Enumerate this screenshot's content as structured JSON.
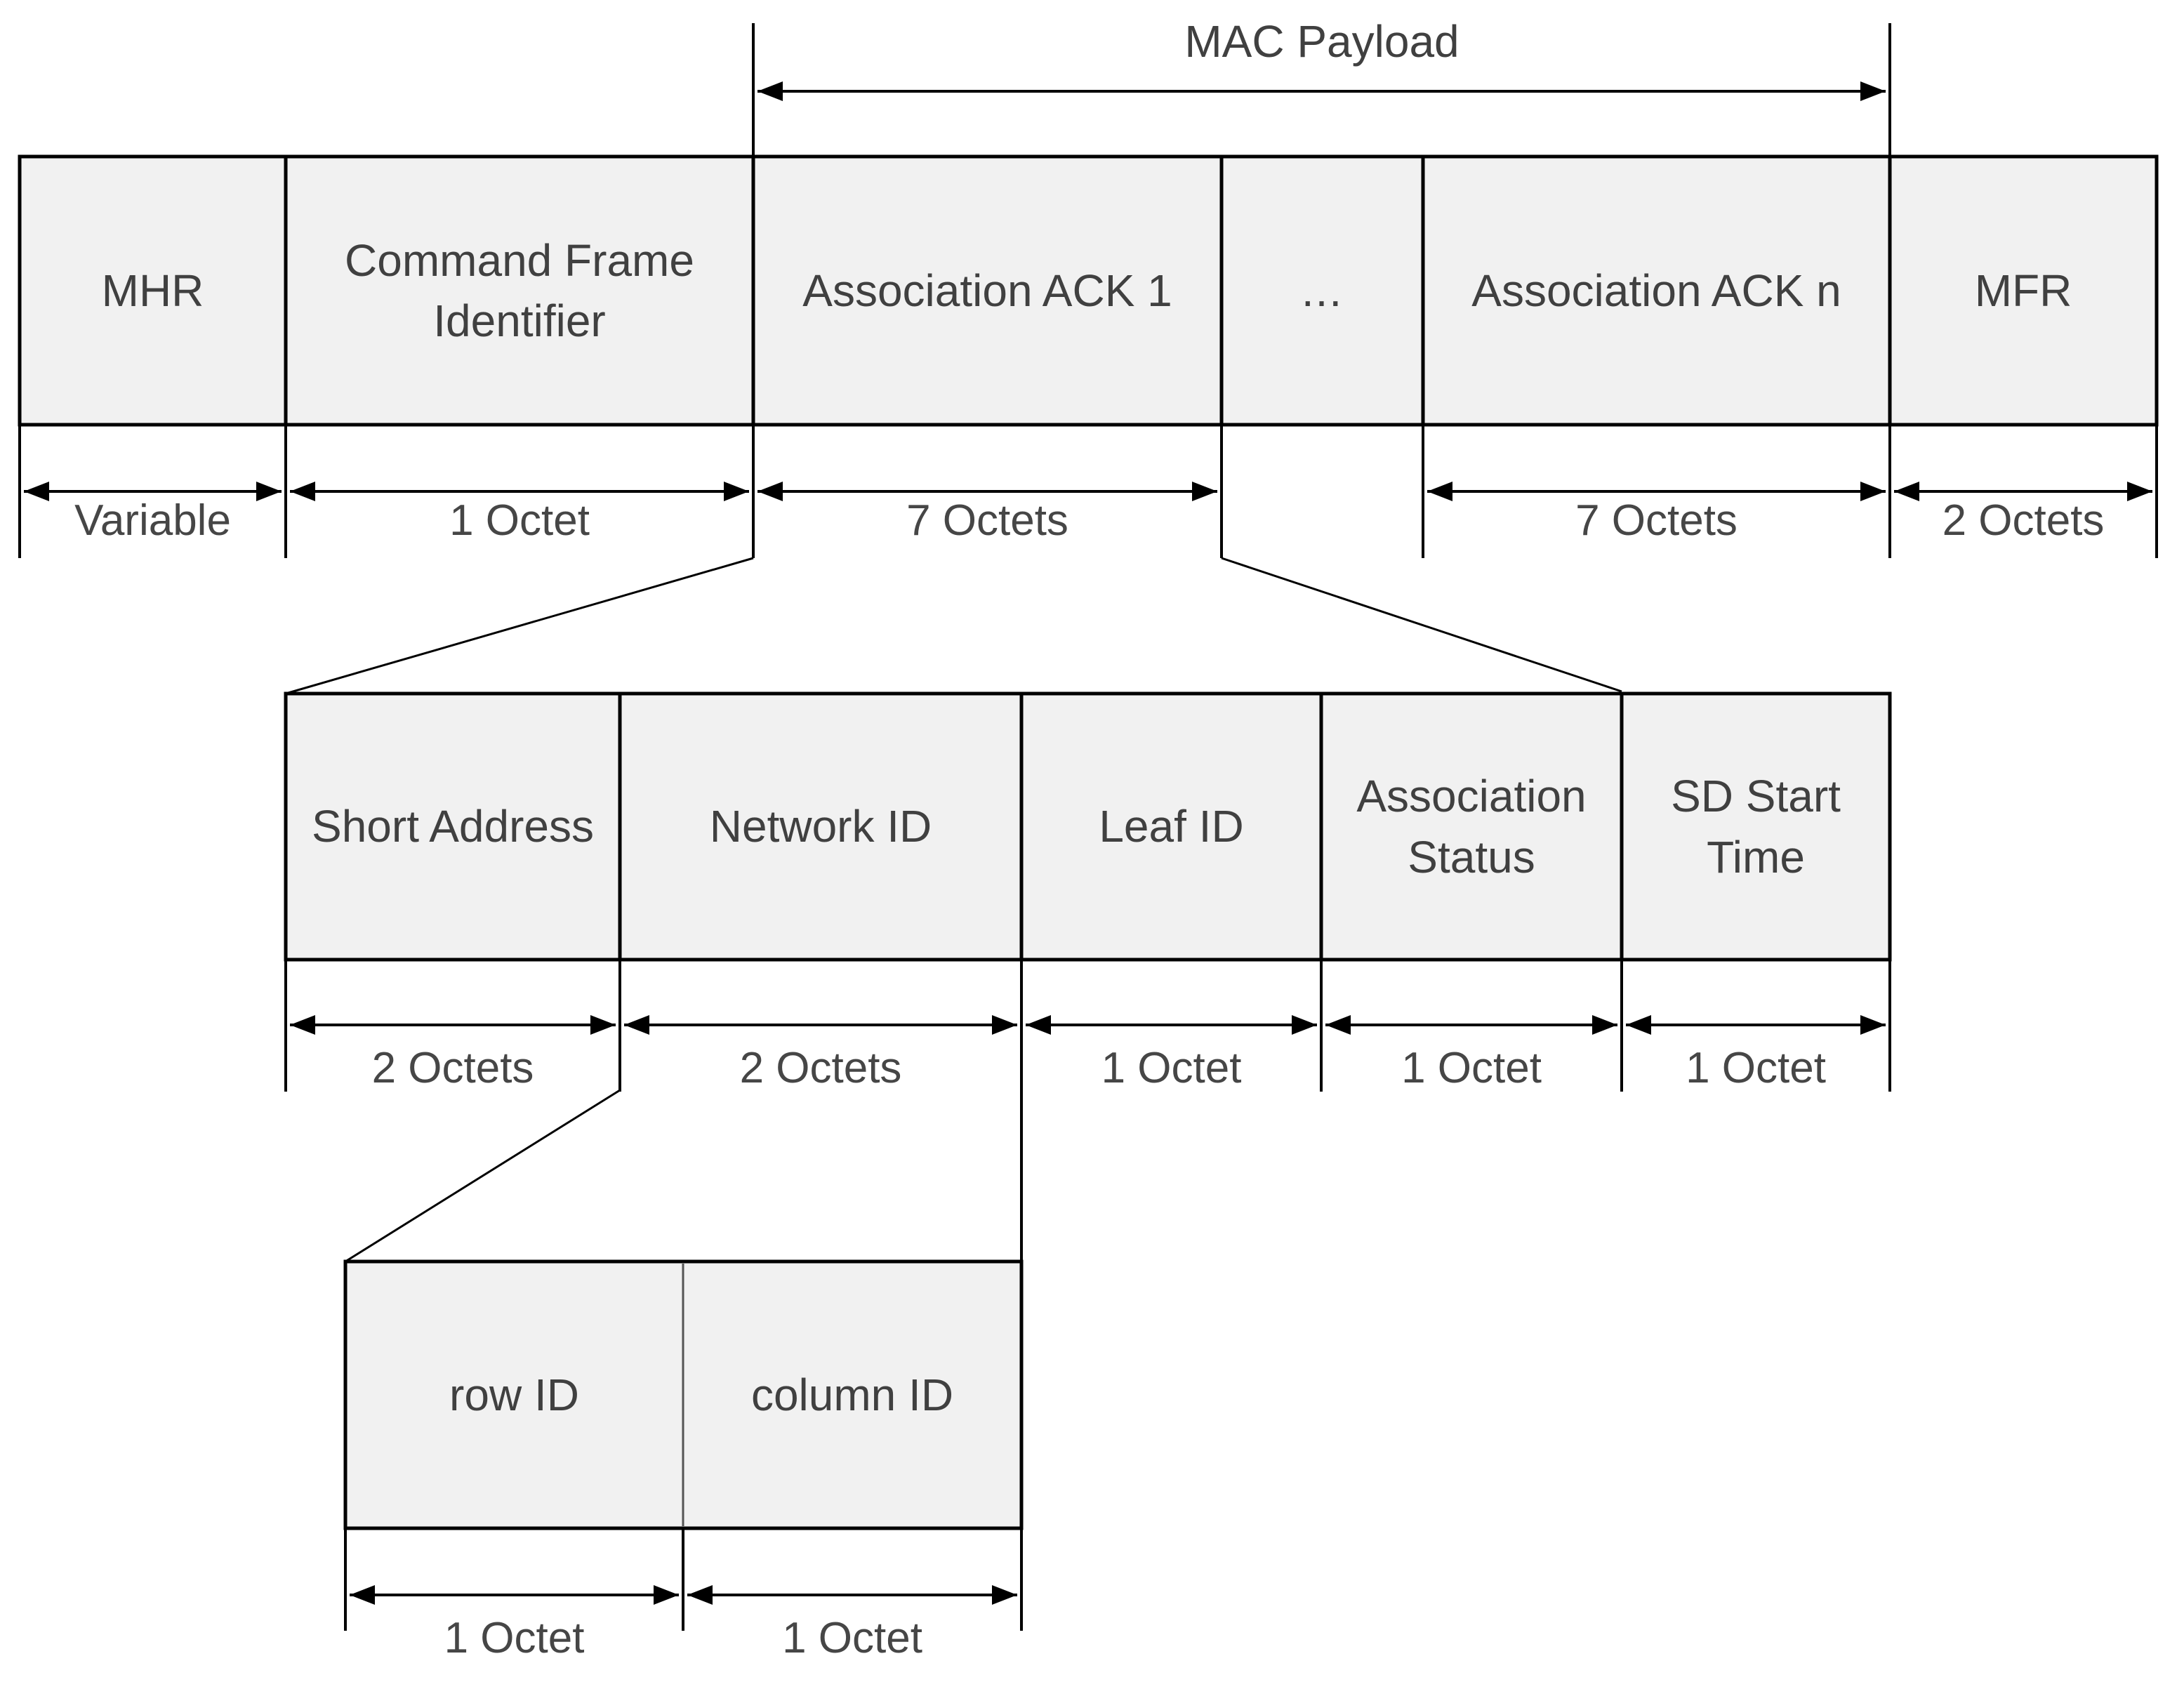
{
  "figure": {
    "mac_payload_label": "MAC Payload",
    "colors": {
      "box_fill": "#f1f1f1",
      "line": "#000000",
      "text": "#404040"
    },
    "frame_row": {
      "cells": [
        {
          "label": "MHR",
          "size": "Variable"
        },
        {
          "label": "Command Frame Identifier",
          "size": "1 Octet"
        },
        {
          "label": "Association ACK 1",
          "size": "7 Octets"
        },
        {
          "label": "...",
          "size": ""
        },
        {
          "label": "Association ACK n",
          "size": "7 Octets"
        },
        {
          "label": "MFR",
          "size": "2 Octets"
        }
      ]
    },
    "ack_row": {
      "cells": [
        {
          "label": "Short Address",
          "size": "2 Octets"
        },
        {
          "label": "Network ID",
          "size": "2 Octets"
        },
        {
          "label": "Leaf ID",
          "size": "1 Octet"
        },
        {
          "label": "Association Status",
          "size": "1 Octet"
        },
        {
          "label": "SD Start Time",
          "size": "1 Octet"
        }
      ]
    },
    "network_id_row": {
      "cells": [
        {
          "label": "row ID",
          "size": "1 Octet"
        },
        {
          "label": "column ID",
          "size": "1 Octet"
        }
      ]
    }
  }
}
